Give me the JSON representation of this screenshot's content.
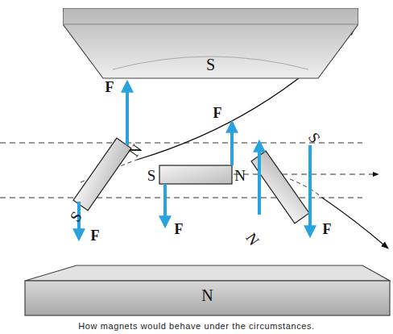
{
  "diagram": {
    "caption": "How magnets would behave under the circumstances.",
    "nodes": [
      {
        "text": [
          "S"
        ]
      },
      {
        "text": [
          "N"
        ]
      }
    ],
    "labels": [
      "N",
      "S",
      "S",
      "N",
      "N",
      "S",
      "F",
      "F",
      "F",
      "F",
      "F"
    ]
  }
}
